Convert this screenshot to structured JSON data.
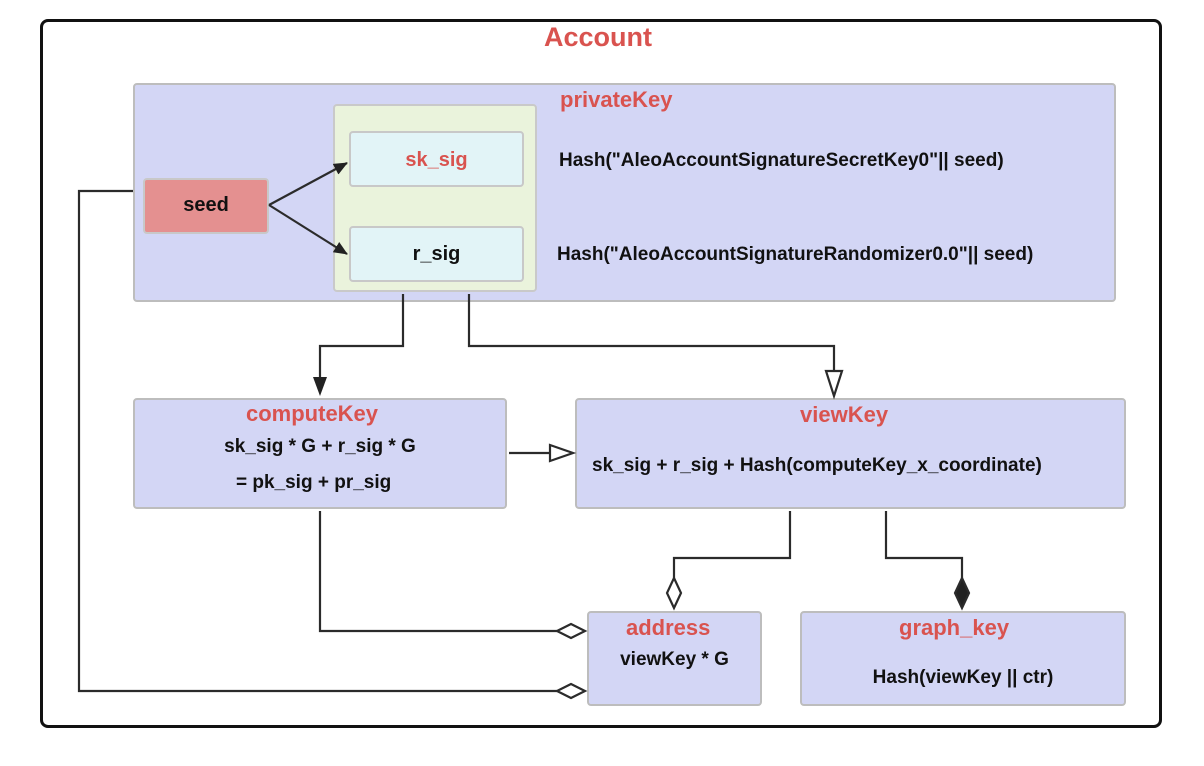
{
  "account": {
    "title": "Account"
  },
  "privateKey": {
    "title": "privateKey",
    "seed": "seed",
    "sk_sig": "sk_sig",
    "r_sig": "r_sig",
    "sk_sig_formula": "Hash(\"AleoAccountSignatureSecretKey0\"|| seed)",
    "r_sig_formula": "Hash(\"AleoAccountSignatureRandomizer0.0\"|| seed)"
  },
  "computeKey": {
    "title": "computeKey",
    "line1": "sk_sig * G + r_sig * G",
    "line2": "= pk_sig  + pr_sig"
  },
  "viewKey": {
    "title": "viewKey",
    "formula": "sk_sig  + r_sig + Hash(computeKey_x_coordinate)"
  },
  "address": {
    "title": "address",
    "formula": "viewKey * G"
  },
  "graphKey": {
    "title": "graph_key",
    "formula": "Hash(viewKey || ctr)"
  },
  "colors": {
    "title_red": "#d9534f",
    "box_blue": "#d3d6f5",
    "inner_green": "#eaf3dc",
    "inner_cyan": "#e2f4f7",
    "seed_red": "#e49090"
  }
}
